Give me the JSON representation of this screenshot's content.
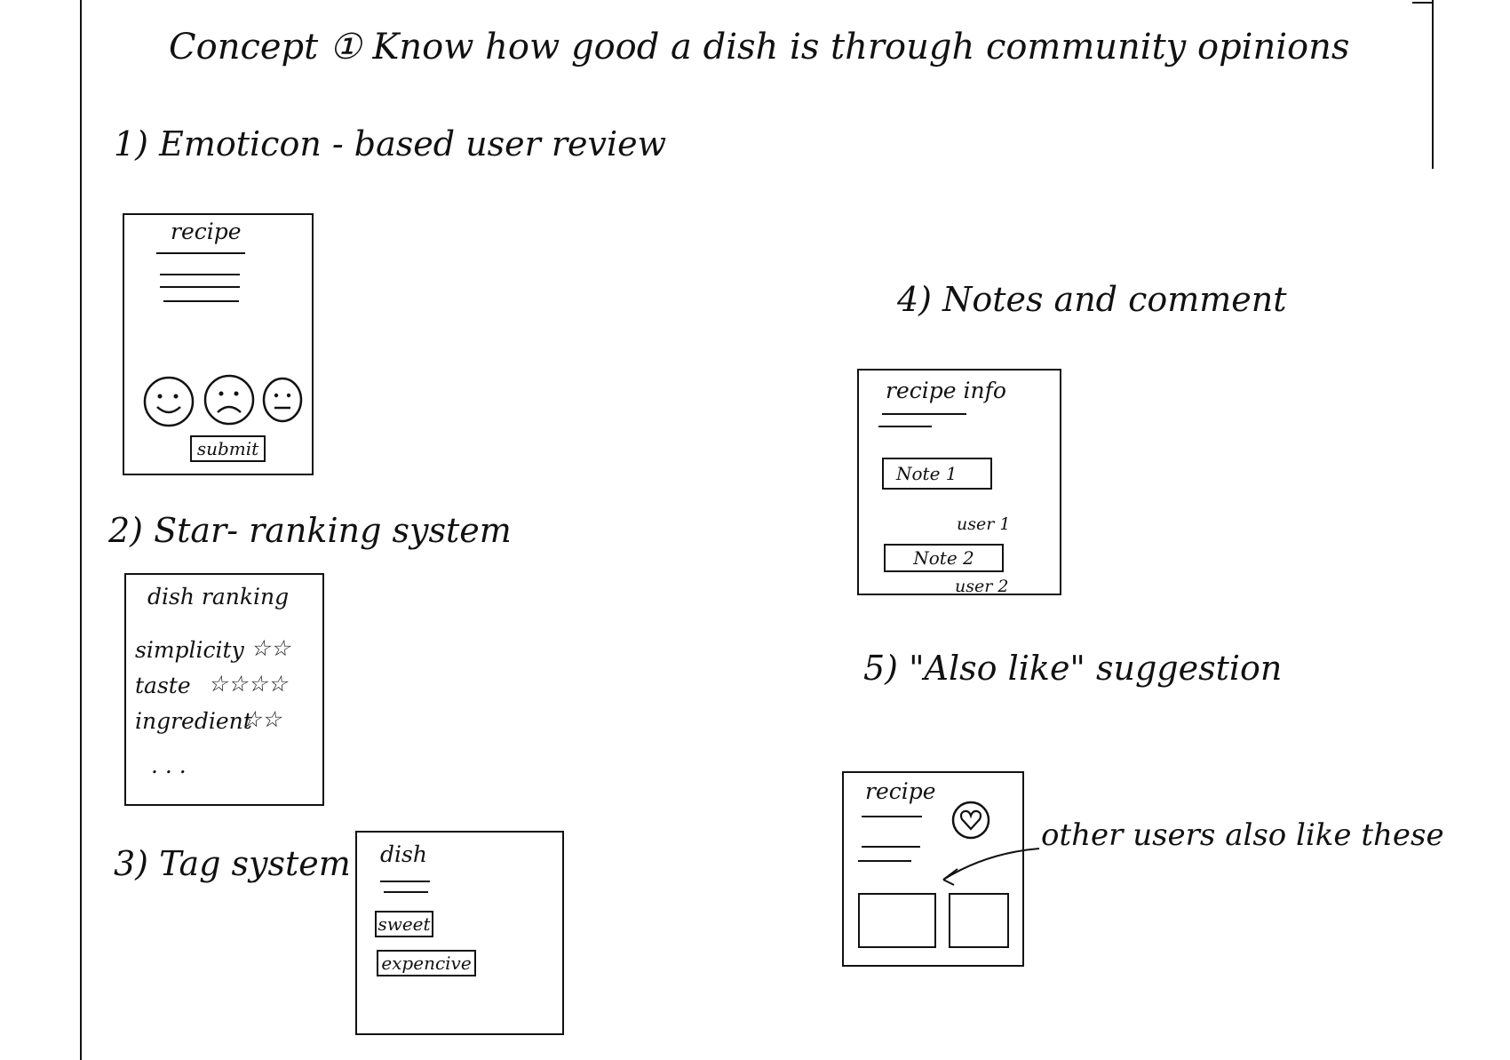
{
  "title": "Concept ① Know how good a dish is through community opinions",
  "sections": {
    "emoticon": {
      "heading": "1) Emoticon - based user review",
      "sketch_title": "recipe",
      "submit_label": "submit",
      "faces": [
        "happy-face-icon",
        "sad-face-icon",
        "neutral-face-icon"
      ]
    },
    "star": {
      "heading": "2) Star- ranking system",
      "sketch_title": "dish ranking",
      "rows": [
        {
          "label": "simplicity",
          "stars": "☆☆"
        },
        {
          "label": "taste",
          "stars": "☆☆☆☆"
        },
        {
          "label": "ingredient",
          "stars": "☆☆"
        }
      ],
      "ellipsis": ". . ."
    },
    "tag": {
      "heading": "3) Tag system",
      "sketch_title": "dish",
      "tags": [
        "sweet",
        "expencive"
      ]
    },
    "notes": {
      "heading": "4) Notes and comment",
      "sketch_title": "recipe info",
      "notes": [
        {
          "label": "Note 1",
          "user": "user 1"
        },
        {
          "label": "Note 2",
          "user": "user 2"
        }
      ]
    },
    "also_like": {
      "heading": "5) \"Also like\" suggestion",
      "sketch_title": "recipe",
      "annotation": "other users also like these",
      "icon": "heart-icon"
    }
  }
}
